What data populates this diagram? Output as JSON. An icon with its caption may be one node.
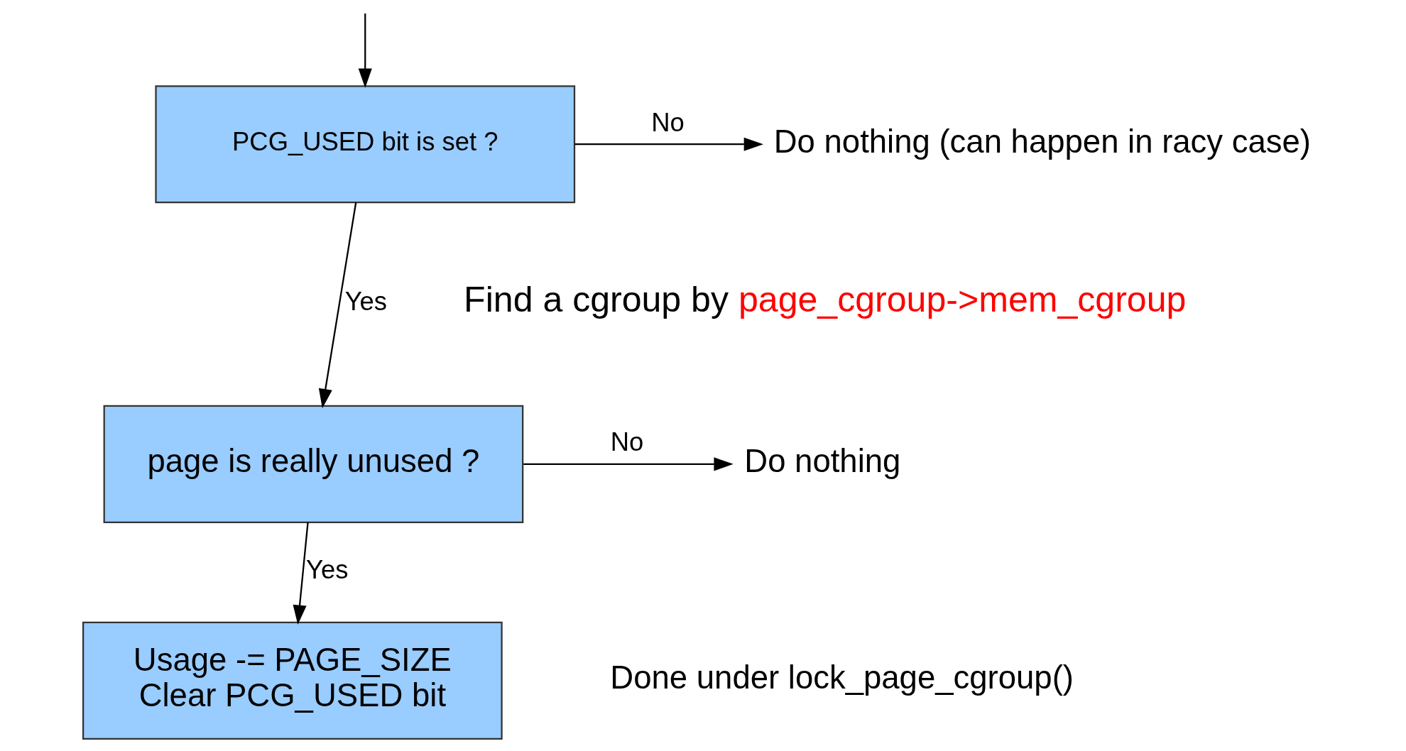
{
  "diagram": {
    "nodes": [
      {
        "text": [
          "PCG_USED bit is set ?"
        ]
      },
      {
        "text": [
          "Do nothing (can happen in racy case)"
        ]
      },
      {
        "text": [
          "page is really unused ?"
        ]
      },
      {
        "text": [
          "Do nothing"
        ]
      },
      {
        "text": [
          "Usage -= PAGE_SIZE",
          "Clear PCG_USED bit"
        ]
      }
    ],
    "edges": [
      {
        "from": null,
        "to": 0,
        "arrow": "to"
      },
      {
        "from": 0,
        "to": 1,
        "arrow": "to",
        "label": "No"
      },
      {
        "from": 0,
        "to": 2,
        "arrow": "to",
        "label": "Yes"
      },
      {
        "from": 2,
        "to": 3,
        "arrow": "to",
        "label": "No"
      },
      {
        "from": 2,
        "to": 4,
        "arrow": "to",
        "label": "Yes"
      }
    ],
    "labels": [
      "Find a cgroup by",
      "page_cgroup->mem_cgroup",
      "Done under lock_page_cgroup()"
    ]
  }
}
